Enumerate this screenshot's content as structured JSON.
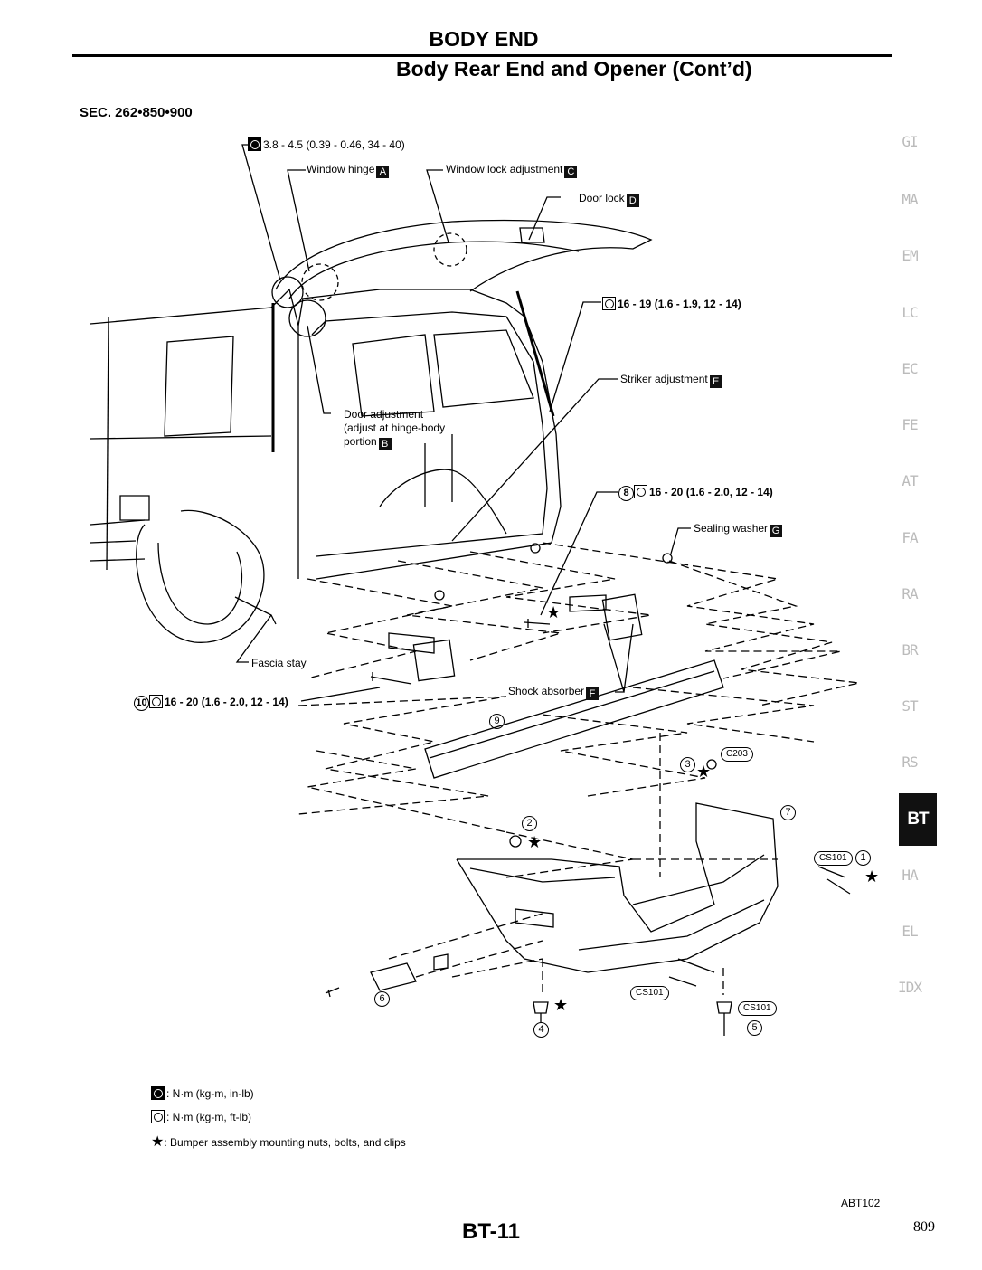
{
  "header": {
    "section_title": "BODY END",
    "subtitle": "Body Rear End and Opener (Cont’d)",
    "sec_ref": "SEC. 262•850•900"
  },
  "callouts": {
    "torque_top": "3.8 - 4.5 (0.39 - 0.46, 34 - 40)",
    "window_hinge": "Window hinge",
    "window_lock_adjustment": "Window lock adjustment",
    "door_lock": "Door lock",
    "torque_strut": "16 - 19 (1.6 - 1.9, 12 - 14)",
    "striker_adjustment": "Striker adjustment",
    "door_adjustment_1": "Door adjustment",
    "door_adjustment_2": "(adjust at hinge-body",
    "door_adjustment_3": "portion",
    "torque_8": "16 - 20 (1.6 - 2.0, 12 - 14)",
    "sealing_washer": "Sealing washer",
    "fascia_stay": "Fascia stay",
    "torque_10": "16 - 20 (1.6 - 2.0, 12 - 14)",
    "shock_absorber": "Shock absorber",
    "clip_c203": "C203",
    "clip_cs101": "CS101"
  },
  "letters": {
    "a": "A",
    "b": "B",
    "c": "C",
    "d": "D",
    "e": "E",
    "f": "F",
    "g": "G"
  },
  "numbers": {
    "n1": "1",
    "n2": "2",
    "n3": "3",
    "n4": "4",
    "n5": "5",
    "n6": "6",
    "n7": "7",
    "n8": "8",
    "n9": "9",
    "n10": "10"
  },
  "legend": {
    "item1": ": N·m (kg-m, in-lb)",
    "item2": ": N·m (kg-m, ft-lb)",
    "item3": ": Bumper assembly mounting nuts, bolts, and clips",
    "star": "★"
  },
  "side_tabs": [
    "GI",
    "MA",
    "EM",
    "LC",
    "EC",
    "FE",
    "AT",
    "FA",
    "RA",
    "BR",
    "ST",
    "RS",
    "BT",
    "HA",
    "EL",
    "IDX"
  ],
  "active_tab": "BT",
  "footer": {
    "figure_code": "ABT102",
    "page_code": "BT-11",
    "page_number": "809"
  }
}
